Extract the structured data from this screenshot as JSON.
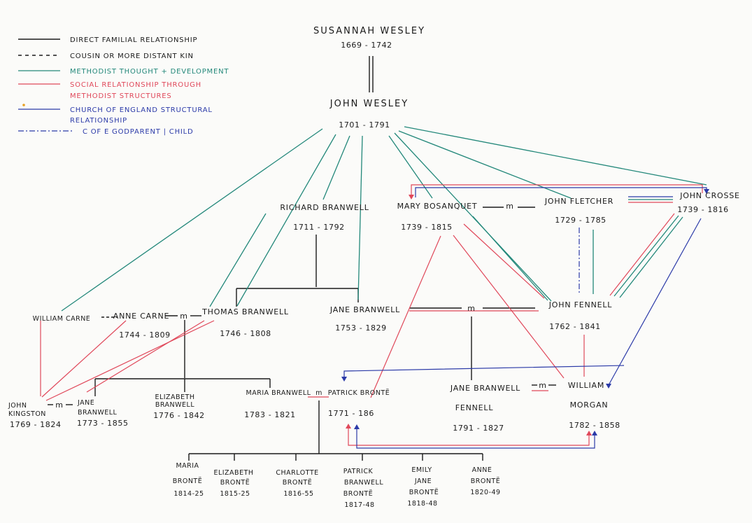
{
  "colors": {
    "black": "#1a1a1a",
    "teal": "#23887a",
    "red": "#e0485a",
    "blue": "#2b3aa8",
    "paper": "#fbfbf9"
  },
  "legend": {
    "direct": "DIRECT FAMILIAL RELATIONSHIP",
    "cousin": "COUSIN OR MORE DISTANT KIN",
    "methodist": "METHODIST THOUGHT + DEVELOPMENT",
    "social_1": "SOCIAL RELATIONSHIP THROUGH",
    "social_2": "METHODIST STRUCTURES",
    "coe_1": "CHURCH OF ENGLAND STRUCTURAL",
    "coe_2": "RELATIONSHIP",
    "godparent": "C OF E GODPARENT | CHILD"
  },
  "people": {
    "susannah": {
      "name": "SUSANNAH WESLEY",
      "dates": "1669 - 1742"
    },
    "john_wesley": {
      "name": "JOHN WESLEY",
      "dates": "1701 - 1791"
    },
    "richard_branwell": {
      "name": "RICHARD BRANWELL",
      "dates": "1711 - 1792"
    },
    "mary_bosanquet": {
      "name": "MARY BOSANQUET",
      "dates": "1739 - 1815"
    },
    "john_fletcher": {
      "name": "JOHN FLETCHER",
      "dates": "1729 - 1785"
    },
    "john_crosse": {
      "name": "JOHN CROSSE",
      "dates": "1739 - 1816"
    },
    "william_carne": {
      "name": "WILLIAM CARNE"
    },
    "anne_carne": {
      "name": "ANNE CARNE",
      "dates": "1744 - 1809"
    },
    "thomas_branwell": {
      "name": "THOMAS BRANWELL",
      "dates": "1746 - 1808"
    },
    "jane_branwell_1": {
      "name": "JANE BRANWELL",
      "dates": "1753 - 1829"
    },
    "john_fennell": {
      "name": "JOHN FENNELL",
      "dates": "1762 - 1841"
    },
    "john_kingston": {
      "name_1": "JOHN",
      "name_2": "KINGSTON",
      "dates": "1769 - 1824"
    },
    "jane_branwell_2": {
      "name_1": "JANE",
      "name_2": "BRANWELL",
      "dates": "1773 - 1855"
    },
    "elizabeth_branwell": {
      "name_1": "ELIZABETH",
      "name_2": "BRANWELL",
      "dates": "1776 - 1842"
    },
    "maria_branwell": {
      "name": "MARIA BRANWELL",
      "dates": "1783 - 1821"
    },
    "patrick_bronte": {
      "name": "PATRICK BRONTË",
      "dates": "1771 - 186"
    },
    "jane_branwell_fennell": {
      "name_1": "JANE BRANWELL",
      "name_2": "FENNELL",
      "dates": "1791 - 1827"
    },
    "william_morgan": {
      "name_1": "WILLIAM",
      "name_2": "MORGAN",
      "dates": "1782 - 1858"
    },
    "children": [
      {
        "lines": [
          "MARIA",
          "BRONTË",
          "1814-25"
        ]
      },
      {
        "lines": [
          "ELIZABETH",
          "BRONTË",
          "1815-25"
        ]
      },
      {
        "lines": [
          "CHARLOTTE",
          "BRONTË",
          "1816-55"
        ]
      },
      {
        "lines": [
          "PATRICK",
          "BRANWELL",
          "BRONTË",
          "1817-48"
        ]
      },
      {
        "lines": [
          "EMILY",
          "JANE",
          "BRONTË",
          "1818-48"
        ]
      },
      {
        "lines": [
          "ANNE",
          "BRONTË",
          "1820-49"
        ]
      }
    ]
  },
  "marriage_mark": "m"
}
